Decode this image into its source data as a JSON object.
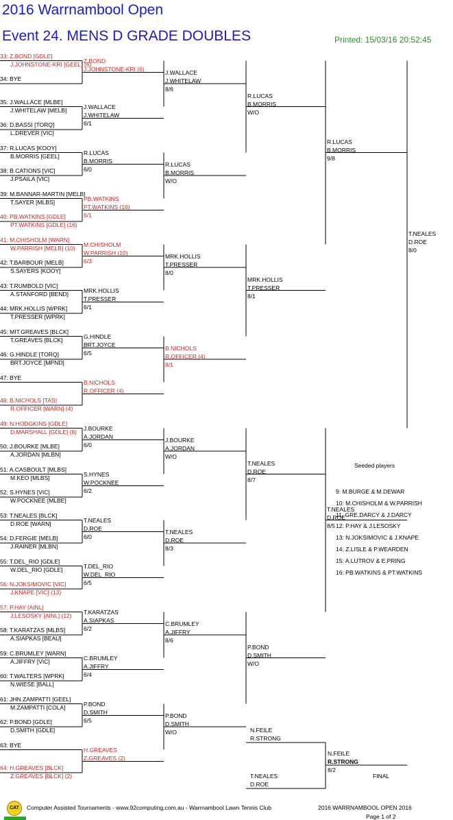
{
  "header": {
    "title": "2016 Warrnambool Open",
    "event": "Event 24. MENS D GRADE DOUBLES",
    "printed": "Printed: 15/03/16 20:52:45"
  },
  "colors": {
    "title": "#1a1acc",
    "seeded": "#d42020",
    "printed": "#2a8a2a"
  },
  "round1": [
    {
      "l1": "33: Z.BOND [GDLE]",
      "l2": "J.JOHNSTONE-KRI [GEEL] (6)",
      "seed": true
    },
    {
      "l1": "34: BYE",
      "l2": "",
      "seed": false
    },
    {
      "l1": "35: J.WALLACE [MLBE]",
      "l2": "J.WHITELAW [MELB]",
      "seed": false
    },
    {
      "l1": "36: D.BASSI [TORQ]",
      "l2": "L.DREVER [VIC]",
      "seed": false
    },
    {
      "l1": "37: R.LUCAS [KOOY]",
      "l2": "B.MORRIS [GEEL]",
      "seed": false
    },
    {
      "l1": "38: B.CATIONS [VIC]",
      "l2": "J.PSAILA [VIC]",
      "seed": false
    },
    {
      "l1": "39: M.BANNAR-MARTIN [MELB]",
      "l2": "T.SAYER [MLBS]",
      "seed": false
    },
    {
      "l1": "40: PB.WATKINS [GDLE]",
      "l2": "PT.WATKINS [GDLE] (16)",
      "seed": true
    },
    {
      "l1": "41: M.CHISHOLM [WARN]",
      "l2": "W.PARRISH [MELB] (10)",
      "seed": true
    },
    {
      "l1": "42: T.BARBOUR [MELB]",
      "l2": "S.SAYERS [KOOY]",
      "seed": false
    },
    {
      "l1": "43: T.RUMBOLD [VIC]",
      "l2": "A.STANFORD [BEND]",
      "seed": false
    },
    {
      "l1": "44: MRK.HOLLIS [WPRK]",
      "l2": "T.PRESSER [WPRK]",
      "seed": false
    },
    {
      "l1": "45: MIT.GREAVES [BLCK]",
      "l2": "T.GREAVES [BLCK]",
      "seed": false
    },
    {
      "l1": "46: G.HINDLE [TORQ]",
      "l2": "BRT.JOYCE [MPND]",
      "seed": false
    },
    {
      "l1": "47: BYE",
      "l2": "",
      "seed": false
    },
    {
      "l1": "48: B.NICHOLS [TAS]",
      "l2": "R.OFFICER [WARN] (4)",
      "seed": true
    },
    {
      "l1": "49: N.HODGKINS [GDLE]",
      "l2": "D.MARSHALL [GDLE] (8)",
      "seed": true
    },
    {
      "l1": "50: J.BOURKE [MLBE]",
      "l2": "A.JORDAN [MLBN]",
      "seed": false
    },
    {
      "l1": "51: A.CASBOULT [MLBS]",
      "l2": "M.KEO [MLBS]",
      "seed": false
    },
    {
      "l1": "52: S.HYNES [VIC]",
      "l2": "W.POCKNEE [MLBE]",
      "seed": false
    },
    {
      "l1": "53: T.NEALES [BLCK]",
      "l2": "D.ROE [WARN]",
      "seed": false
    },
    {
      "l1": "54: D.FERGIE [MELB]",
      "l2": "J.RAINER [MLBN]",
      "seed": false
    },
    {
      "l1": "55: T.DEL_RIO [GDLE]",
      "l2": "W.DEL_RIO [GDLE]",
      "seed": false
    },
    {
      "l1": "56: N.JOKSIMOVIC [VIC]",
      "l2": "J.KNAPE [VIC] (13)",
      "seed": true
    },
    {
      "l1": "57: P.HAY [AINL]",
      "l2": "J.LESOSKY [AINL] (12)",
      "seed": true
    },
    {
      "l1": "58: T.KARATZAS [MLBS]",
      "l2": "A.SIAPKAS [BEAU]",
      "seed": false
    },
    {
      "l1": "59: C.BRUMLEY [WARN]",
      "l2": "A.JIFFRY [VIC]",
      "seed": false
    },
    {
      "l1": "60: T.WALTERS [WPRK]",
      "l2": "N.WIESE [BALL]",
      "seed": false
    },
    {
      "l1": "61: JHN.ZAMPATTI [GEEL]",
      "l2": "M.ZAMPATTI [COLA]",
      "seed": false
    },
    {
      "l1": "62: P.BOND [GDLE]",
      "l2": "D.SMITH [GDLE]",
      "seed": false
    },
    {
      "l1": "63: BYE",
      "l2": "",
      "seed": false
    },
    {
      "l1": "64: H.GREAVES [BLCK]",
      "l2": "Z.GREAVES [BLCK] (2)",
      "seed": true
    }
  ],
  "round2": [
    {
      "p1": "Z.BOND",
      "p2": "J.JOHNSTONE-KRI (6)",
      "score": "",
      "seed": true
    },
    {
      "p1": "J.WALLACE",
      "p2": "J.WHITELAW",
      "score": "6/1",
      "seed": false
    },
    {
      "p1": "R.LUCAS",
      "p2": "B.MORRIS",
      "score": "6/0",
      "seed": false
    },
    {
      "p1": "PB.WATKINS",
      "p2": "PT.WATKINS (16)",
      "score": "6/1",
      "seed": true
    },
    {
      "p1": "M.CHISHOLM",
      "p2": "W.PARRISH (10)",
      "score": "6/3",
      "seed": true
    },
    {
      "p1": "MRK.HOLLIS",
      "p2": "T.PRESSER",
      "score": "6/1",
      "seed": false
    },
    {
      "p1": "G.HINDLE",
      "p2": "BRT.JOYCE",
      "score": "6/5",
      "seed": false
    },
    {
      "p1": "B.NICHOLS",
      "p2": "R.OFFICER (4)",
      "score": "",
      "seed": true
    },
    {
      "p1": "J.BOURKE",
      "p2": "A.JORDAN",
      "score": "6/0",
      "seed": false
    },
    {
      "p1": "S.HYNES",
      "p2": "W.POCKNEE",
      "score": "6/2",
      "seed": false
    },
    {
      "p1": "T.NEALES",
      "p2": "D.ROE",
      "score": "6/0",
      "seed": false
    },
    {
      "p1": "T.DEL_RIO",
      "p2": "W.DEL_RIO",
      "score": "6/5",
      "seed": false
    },
    {
      "p1": "T.KARATZAS",
      "p2": "A.SIAPKAS",
      "score": "6/2",
      "seed": false
    },
    {
      "p1": "C.BRUMLEY",
      "p2": "A.JIFFRY",
      "score": "6/4",
      "seed": false
    },
    {
      "p1": "P.BOND",
      "p2": "D.SMITH",
      "score": "6/5",
      "seed": false
    },
    {
      "p1": "H.GREAVES",
      "p2": "Z.GREAVES (2)",
      "score": "",
      "seed": true
    }
  ],
  "round3": [
    {
      "p1": "J.WALLACE",
      "p2": "J.WHITELAW",
      "score": "8/6",
      "seed": false
    },
    {
      "p1": "R.LUCAS",
      "p2": "B.MORRIS",
      "score": "W/O",
      "seed": false
    },
    {
      "p1": "MRK.HOLLIS",
      "p2": "T.PRESSER",
      "score": "8/0",
      "seed": false
    },
    {
      "p1": "B.NICHOLS",
      "p2": "R.OFFICER (4)",
      "score": "8/1",
      "seed": true
    },
    {
      "p1": "J.BOURKE",
      "p2": "A.JORDAN",
      "score": "W/O",
      "seed": false
    },
    {
      "p1": "T.NEALES",
      "p2": "D.ROE",
      "score": "8/3",
      "seed": false
    },
    {
      "p1": "C.BRUMLEY",
      "p2": "A.JIFFRY",
      "score": "8/6",
      "seed": false
    },
    {
      "p1": "P.BOND",
      "p2": "D.SMITH",
      "score": "W/O",
      "seed": false
    }
  ],
  "round4": [
    {
      "p1": "R.LUCAS",
      "p2": "B.MORRIS",
      "score": "W/O",
      "seed": false
    },
    {
      "p1": "MRK.HOLLIS",
      "p2": "T.PRESSER",
      "score": "8/1",
      "seed": false
    },
    {
      "p1": "T.NEALES",
      "p2": "D.ROE",
      "score": "8/7",
      "seed": false
    },
    {
      "p1": "P.BOND",
      "p2": "D.SMITH",
      "score": "W/O",
      "seed": false
    }
  ],
  "round5": [
    {
      "p1": "R.LUCAS",
      "p2": "B.MORRIS",
      "score": "9/8",
      "seed": false
    },
    {
      "p1": "T.NEALES",
      "p2": "D.ROE",
      "score": "8/5",
      "seed": false
    }
  ],
  "round6": [
    {
      "p1": "T.NEALES",
      "p2": "D.ROE",
      "score": "8/0",
      "seed": false
    }
  ],
  "playoff": {
    "winner": {
      "p1": "N.FEILE",
      "p2": "R.STRONG",
      "score": "8/2"
    },
    "sideA": {
      "p1": "N.FEILE",
      "p2": "R.STRONG"
    },
    "sideB": {
      "p1": "T.NEALES",
      "p2": "D.ROE"
    },
    "label": "FINAL"
  },
  "seeded": {
    "title": "Seeded players",
    "items": [
      "9: M.BURGE & M.DEWAR",
      "10: M.CHISHOLM & W.PARRISH",
      "11: GRE.DARCY & J.DARCY",
      "12: P.HAY & J.LESOSKY",
      "13: N.JOKSIMOVIC & J.KNAPE",
      "14: Z.LISLE & P.WEARDEN",
      "15: A.LUTROV & E.PRING",
      "16: PB.WATKINS & PT.WATKINS"
    ]
  },
  "footer": {
    "logo_text": "CAT",
    "credit": "Computer Assisted Tournaments - www.92computing.com.au  -  Warrnambool Lawn Tennis Club",
    "tournament": "2016 WARRNAMBOOL OPEN 2016",
    "page": "Page 1 of 2"
  }
}
